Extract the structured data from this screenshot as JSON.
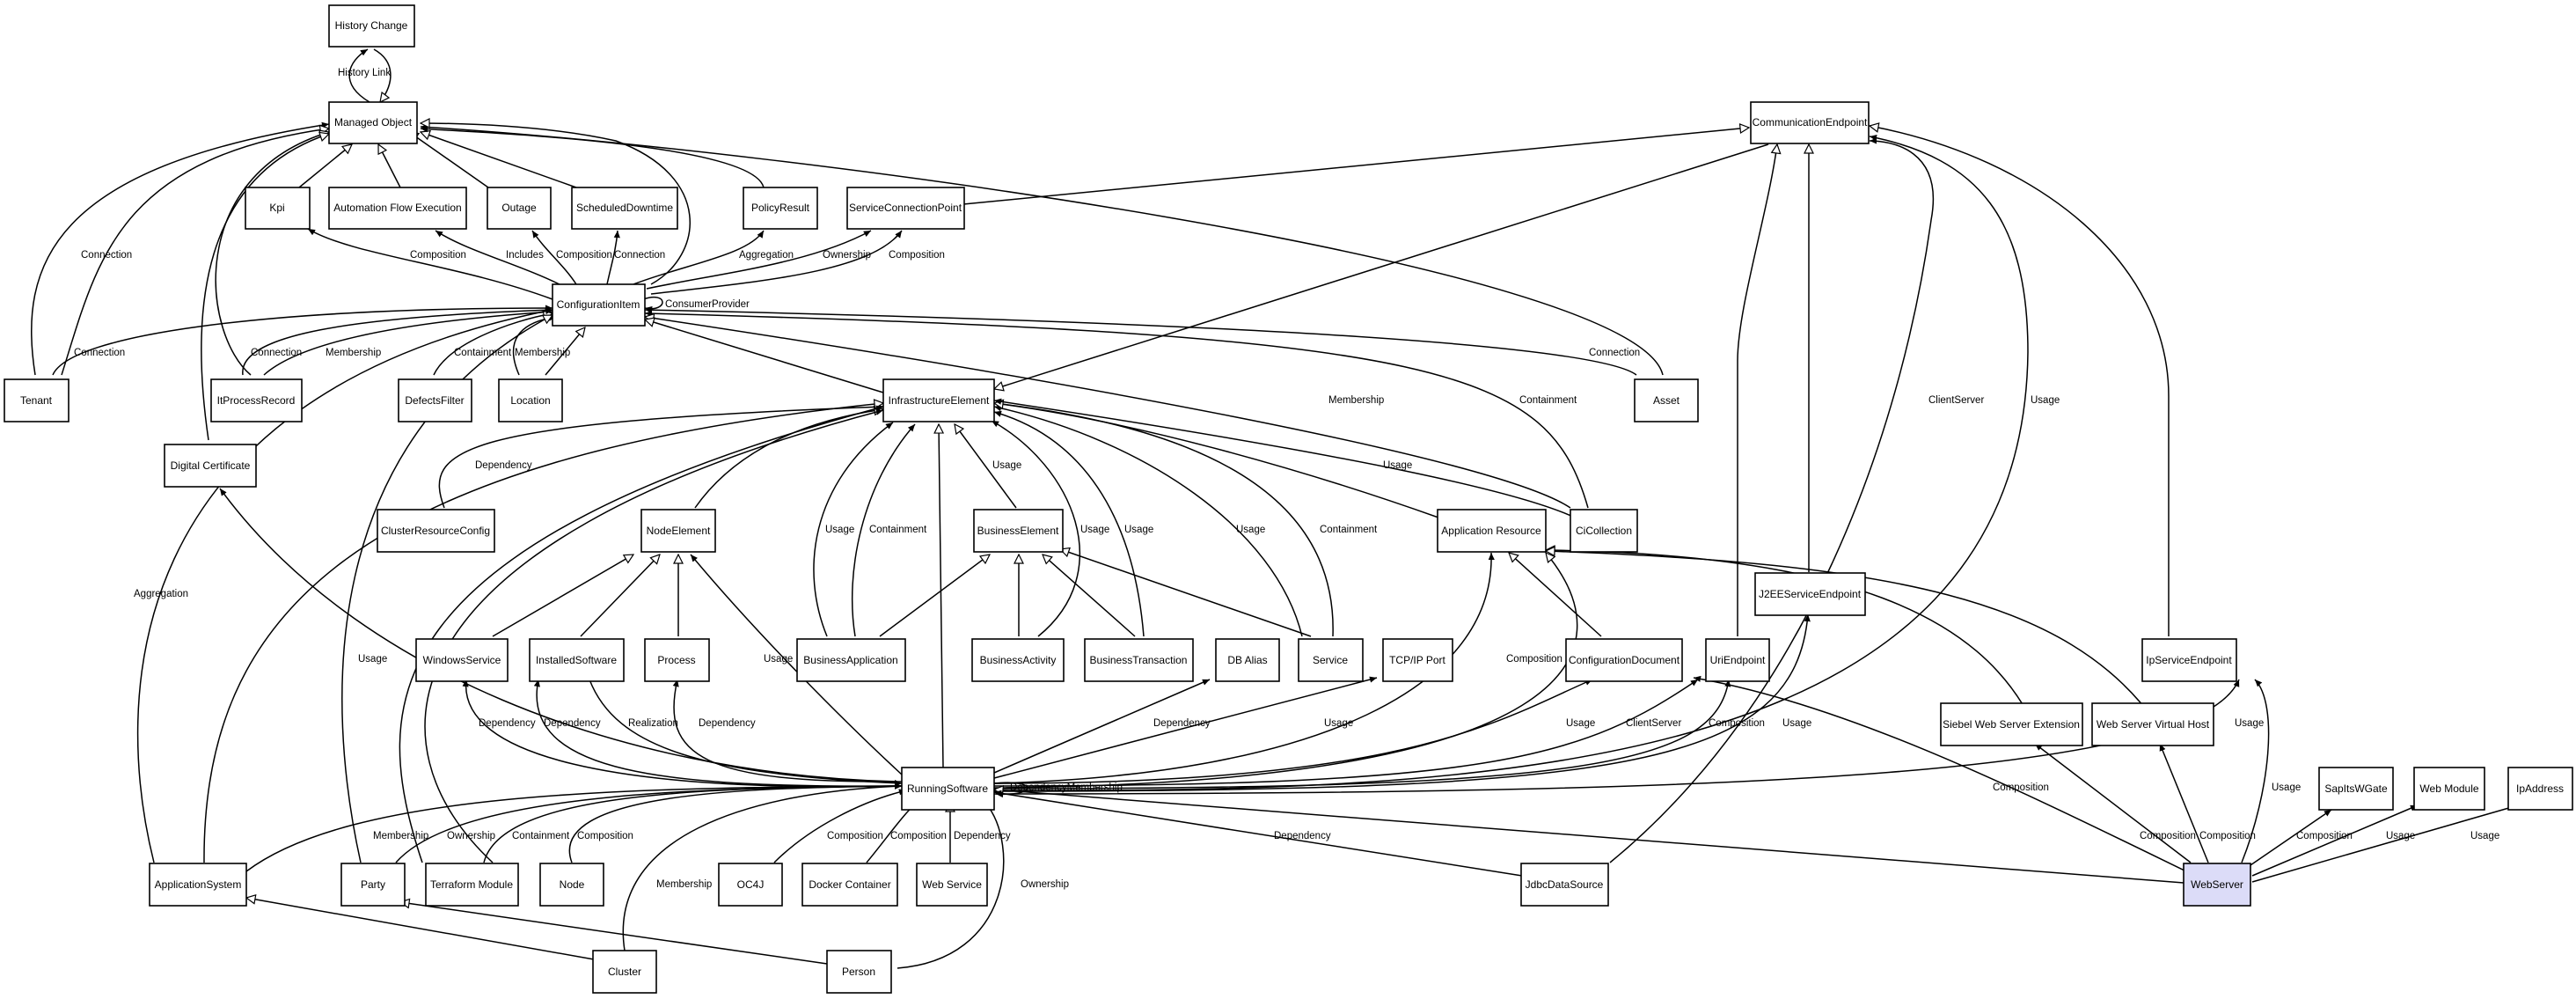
{
  "nodes": {
    "history_change": "History Change",
    "managed_object": "Managed Object",
    "communication_endpoint": "CommunicationEndpoint",
    "kpi": "Kpi",
    "automation_flow": "Automation Flow Execution",
    "outage": "Outage",
    "scheduled_downtime": "ScheduledDowntime",
    "policy_result": "PolicyResult",
    "service_connection_point": "ServiceConnectionPoint",
    "configuration_item": "ConfigurationItem",
    "tenant": "Tenant",
    "it_process_record": "ItProcessRecord",
    "defects_filter": "DefectsFilter",
    "location": "Location",
    "infrastructure_element": "InfrastructureElement",
    "asset": "Asset",
    "digital_certificate": "Digital Certificate",
    "cluster_resource_config": "ClusterResourceConfig",
    "node_element": "NodeElement",
    "business_element": "BusinessElement",
    "application_resource": "Application Resource",
    "ci_collection": "CiCollection",
    "j2ee_service_endpoint": "J2EEServiceEndpoint",
    "windows_service": "WindowsService",
    "installed_software": "InstalledSoftware",
    "process": "Process",
    "business_application": "BusinessApplication",
    "business_activity": "BusinessActivity",
    "business_transaction": "BusinessTransaction",
    "db_alias": "DB Alias",
    "service": "Service",
    "tcp_ip_port": "TCP/IP Port",
    "configuration_document": "ConfigurationDocument",
    "uri_endpoint": "UriEndpoint",
    "ip_service_endpoint": "IpServiceEndpoint",
    "siebel_ext": "Siebel Web Server Extension",
    "web_server_vhost": "Web Server Virtual Host",
    "running_software": "RunningSoftware",
    "sapits_wgate": "SapItsWGate",
    "web_module": "Web Module",
    "ip_address": "IpAddress",
    "application_system": "ApplicationSystem",
    "party": "Party",
    "terraform_module": "Terraform Module",
    "node": "Node",
    "oc4j": "OC4J",
    "docker_container": "Docker Container",
    "web_service": "Web Service",
    "jdbc_data_source": "JdbcDataSource",
    "web_server": "WebServer",
    "cluster": "Cluster",
    "person": "Person"
  },
  "edge_labels": {
    "history_link": "History Link",
    "connection": "Connection",
    "composition": "Composition",
    "includes": "Includes",
    "aggregation": "Aggregation",
    "ownership": "Ownership",
    "consumer_provider": "ConsumerProvider",
    "membership": "Membership",
    "containment": "Containment",
    "dependency": "Dependency",
    "usage": "Usage",
    "realization": "Realization",
    "client_server": "ClientServer",
    "depends_on_membership": "DependencyMembership"
  },
  "colors": {
    "highlight_fill": "#dcdcf8",
    "node_fill": "#ffffff",
    "stroke": "#000000"
  }
}
